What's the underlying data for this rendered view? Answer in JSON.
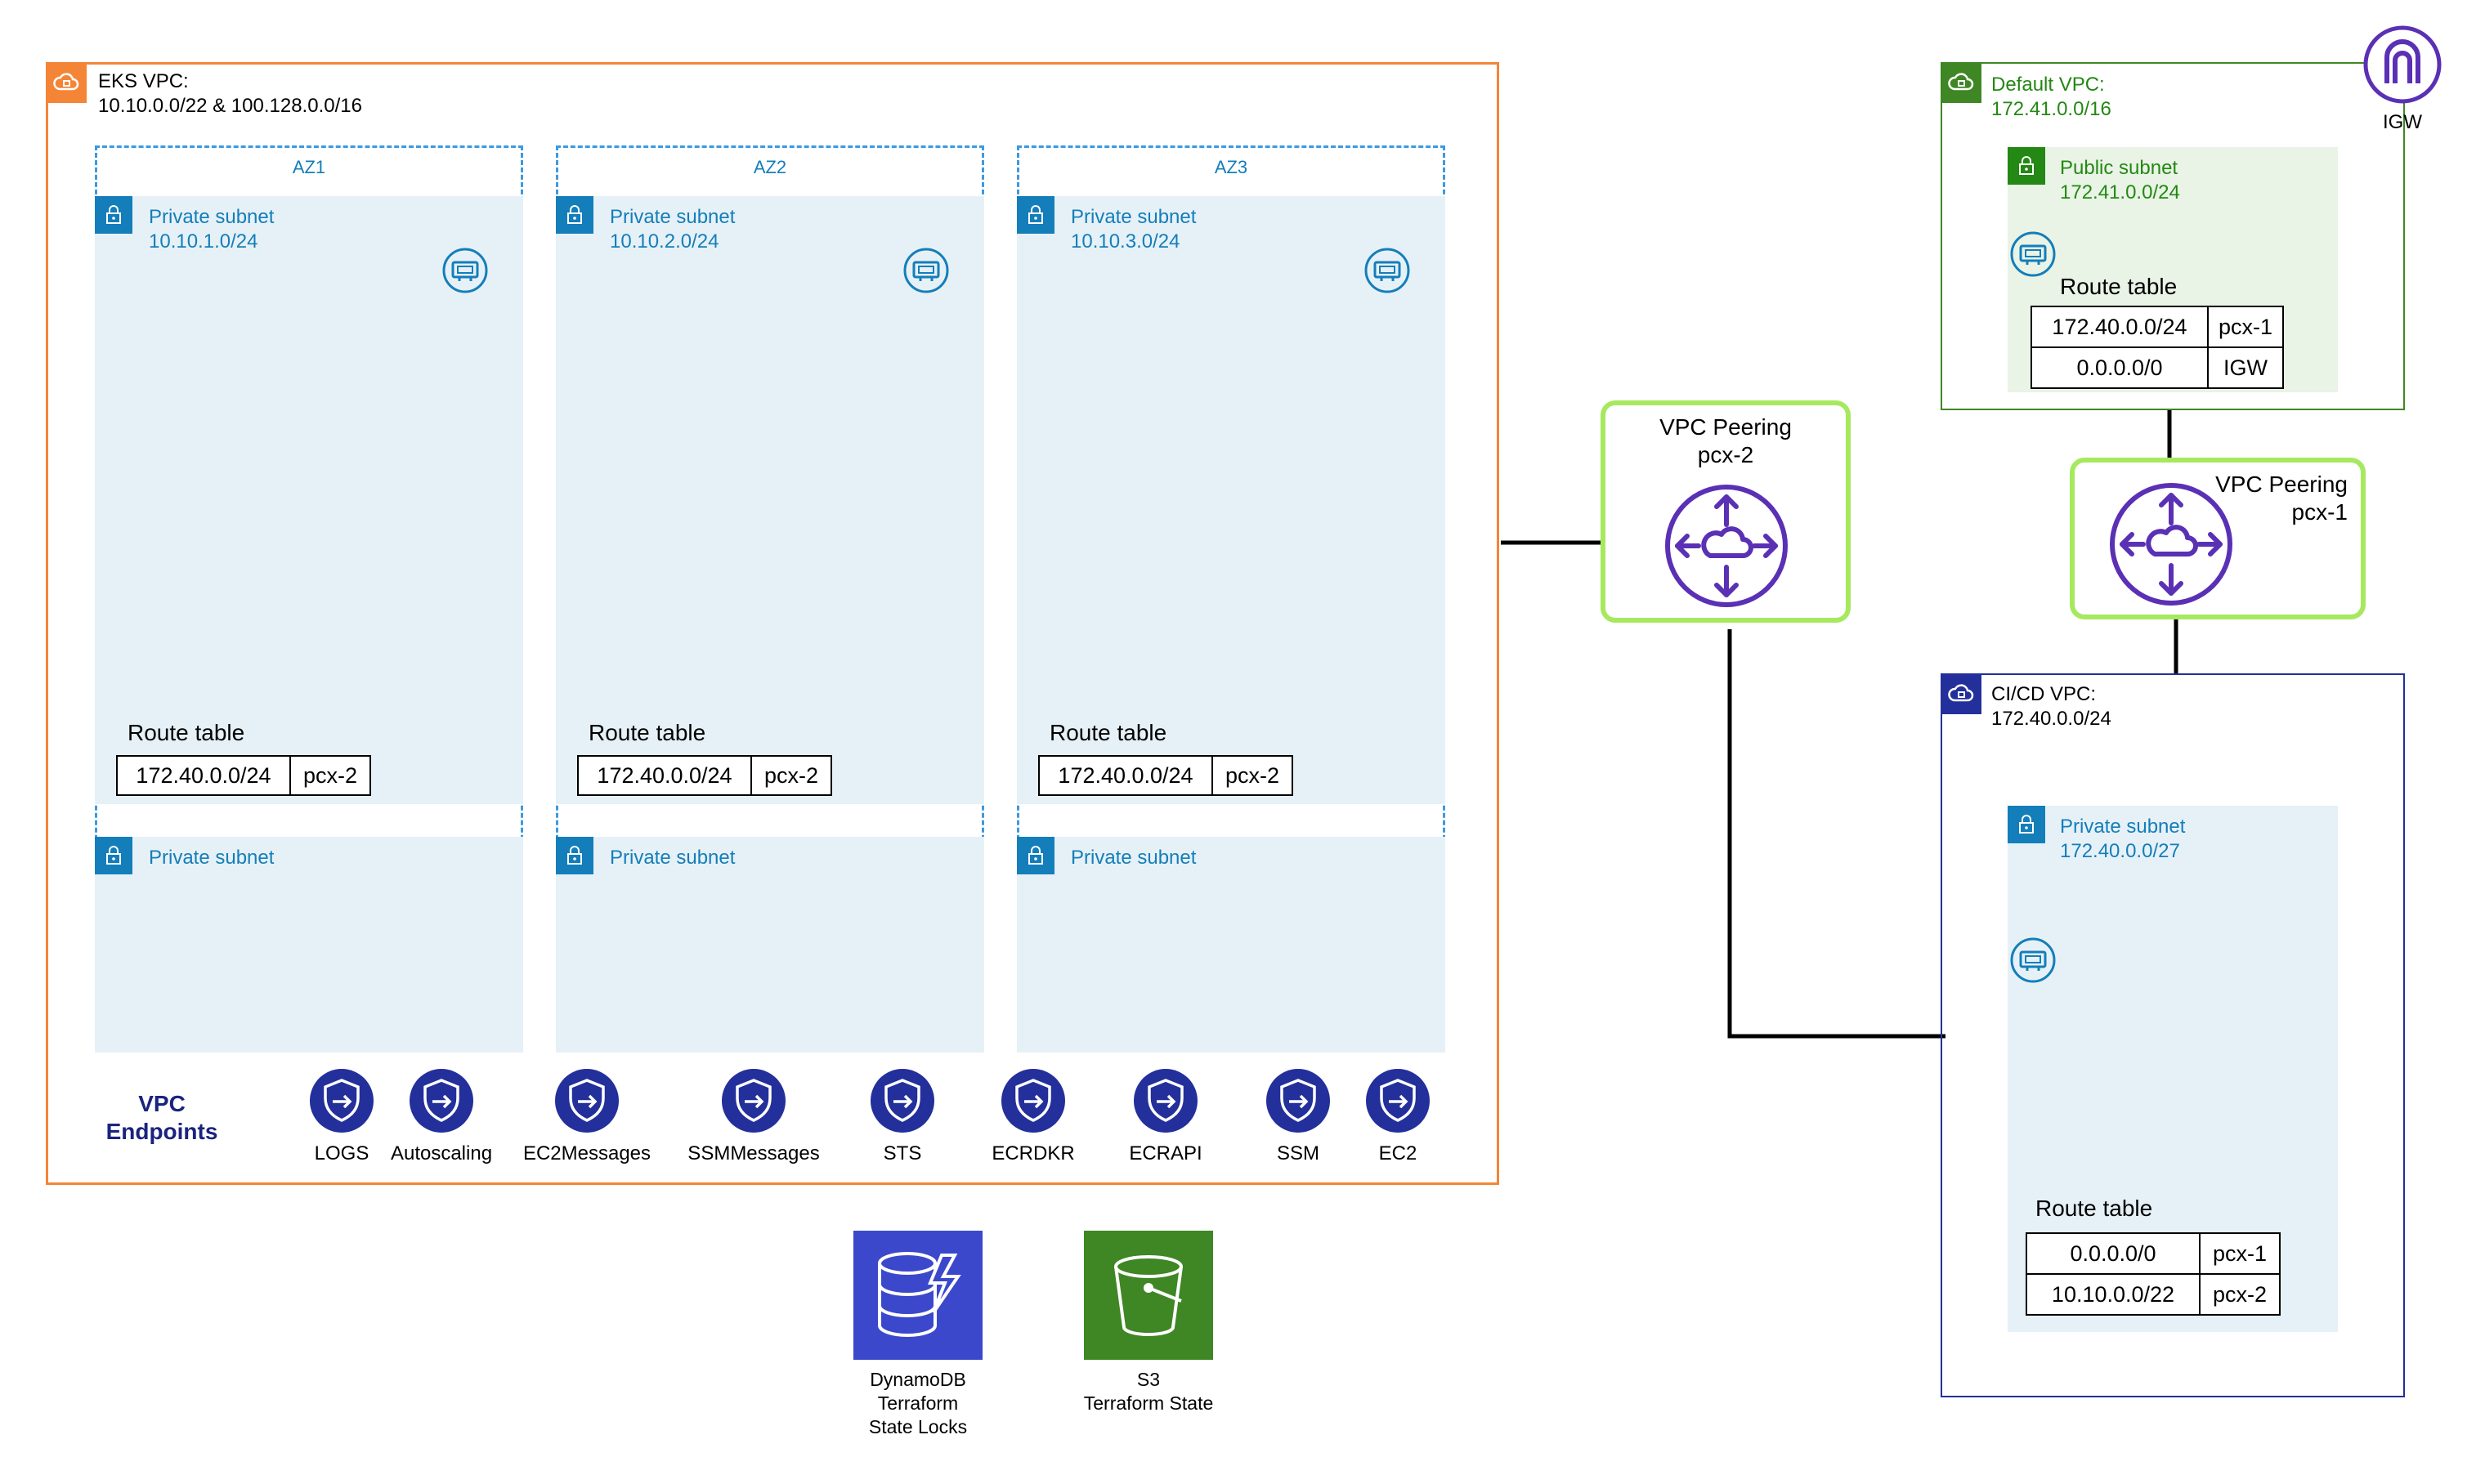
{
  "eks_vpc": {
    "title": "EKS VPC:",
    "cidr": "10.10.0.0/22 & 100.128.0.0/16",
    "azs": [
      {
        "name": "AZ1",
        "subnet_label": "Private subnet",
        "subnet_cidr": "10.10.1.0/24",
        "route_table": "Route table",
        "routes": [
          {
            "dest": "172.40.0.0/24",
            "target": "pcx-2"
          }
        ],
        "lower_subnet_label": "Private subnet"
      },
      {
        "name": "AZ2",
        "subnet_label": "Private subnet",
        "subnet_cidr": "10.10.2.0/24",
        "route_table": "Route table",
        "routes": [
          {
            "dest": "172.40.0.0/24",
            "target": "pcx-2"
          }
        ],
        "lower_subnet_label": "Private subnet"
      },
      {
        "name": "AZ3",
        "subnet_label": "Private subnet",
        "subnet_cidr": "10.10.3.0/24",
        "route_table": "Route table",
        "routes": [
          {
            "dest": "172.40.0.0/24",
            "target": "pcx-2"
          }
        ],
        "lower_subnet_label": "Private subnet"
      }
    ],
    "endpoints_label_line1": "VPC",
    "endpoints_label_line2": "Endpoints",
    "endpoints": [
      "LOGS",
      "Autoscaling",
      "EC2Messages",
      "SSMMessages",
      "STS",
      "ECRDKR",
      "ECRAPI",
      "SSM",
      "EC2"
    ]
  },
  "peering_2": {
    "line1": "VPC Peering",
    "line2": "pcx-2"
  },
  "peering_1": {
    "line1": "VPC Peering",
    "line2": "pcx-1"
  },
  "default_vpc": {
    "title": "Default VPC:",
    "cidr": "172.41.0.0/16",
    "subnet_label": "Public subnet",
    "subnet_cidr": "172.41.0.0/24",
    "route_table": "Route table",
    "routes": [
      {
        "dest": "172.40.0.0/24",
        "target": "pcx-1"
      },
      {
        "dest": "0.0.0.0/0",
        "target": "IGW"
      }
    ]
  },
  "igw": {
    "label": "IGW"
  },
  "cicd_vpc": {
    "title": "CI/CD VPC:",
    "cidr": "172.40.0.0/24",
    "subnet_label": "Private subnet",
    "subnet_cidr": "172.40.0.0/27",
    "route_table": "Route table",
    "routes": [
      {
        "dest": "0.0.0.0/0",
        "target": "pcx-1"
      },
      {
        "dest": "10.10.0.0/22",
        "target": "pcx-2"
      }
    ]
  },
  "services": [
    {
      "name": "dynamodb",
      "label": "DynamoDB\nTerraform\nState Locks"
    },
    {
      "name": "s3",
      "label": "S3\nTerraform State"
    }
  ],
  "colors": {
    "eks_border": "#f58536",
    "default_vpc_border": "#3f8624",
    "cicd_border": "#232f9a",
    "az_border": "#3b9ae1",
    "subnet_private_bg": "#e6f1f7",
    "subnet_public_bg": "#e9f3e6",
    "peering_border": "#a6e95f",
    "peering_icon": "#5a30b5",
    "endpoint_fill": "#232f9a",
    "dynamodb_fill": "#3b48cc",
    "s3_fill": "#3f8624"
  }
}
